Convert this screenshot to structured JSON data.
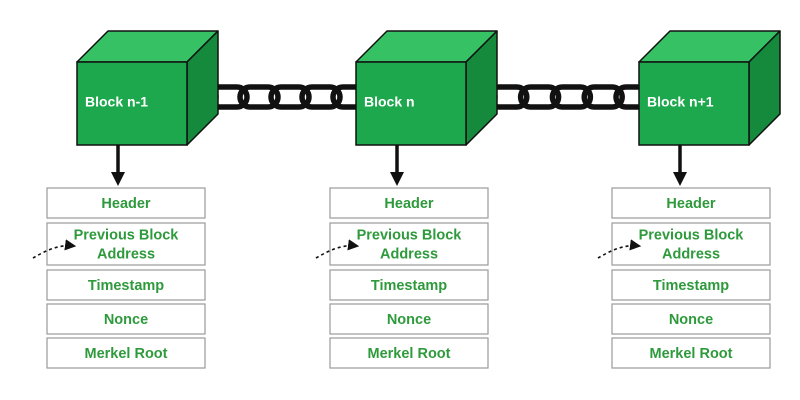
{
  "colors": {
    "cube_front": "#1ea84e",
    "cube_top": "#36c165",
    "cube_side": "#158a3c",
    "cube_edge": "#111111",
    "chain": "#111111",
    "field_text": "#2e9a3c",
    "field_border": "#9a9a9a",
    "arrow": "#111111"
  },
  "blocks": [
    {
      "label": "Block n-1",
      "fields": [
        "Header",
        "Previous Block|Address",
        "Timestamp",
        "Nonce",
        "Merkel Root"
      ]
    },
    {
      "label": "Block n",
      "fields": [
        "Header",
        "Previous Block|Address",
        "Timestamp",
        "Nonce",
        "Merkel Root"
      ]
    },
    {
      "label": "Block n+1",
      "fields": [
        "Header",
        "Previous Block|Address",
        "Timestamp",
        "Nonce",
        "Merkel Root"
      ]
    }
  ],
  "icons": {
    "chain_link": "chain-link-icon",
    "down_arrow": "down-arrow-icon",
    "pointer_arrow": "dashed-curved-arrow-icon"
  }
}
